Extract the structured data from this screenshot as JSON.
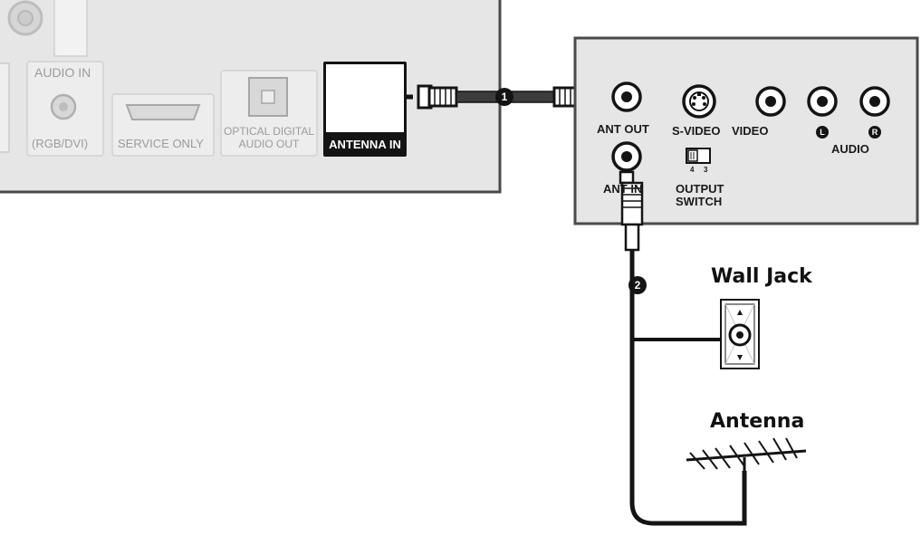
{
  "tv_panel": {
    "audio_in_label": "AUDIO IN",
    "rgb_dvi_label": "(RGB/DVI)",
    "service_only_label": "SERVICE ONLY",
    "optical_line1": "OPTICAL DIGITAL",
    "optical_line2": "AUDIO OUT",
    "antenna_in_label": "ANTENNA IN"
  },
  "vcr_panel": {
    "ant_out_label": "ANT OUT",
    "ant_in_label": "ANT IN",
    "s_video_label": "S-VIDEO",
    "video_label": "VIDEO",
    "audio_label": "AUDIO",
    "audio_left_marker": "L",
    "audio_right_marker": "R",
    "output_switch_line1": "OUTPUT",
    "output_switch_line2": "SWITCH",
    "switch_pos_left": "4",
    "switch_pos_right": "3"
  },
  "steps": {
    "step1": "1",
    "step2": "2"
  },
  "wall_jack_label": "Wall Jack",
  "antenna_label": "Antenna",
  "colors": {
    "panel_fill": "#e6e6e6",
    "panel_border": "#4a4a4a",
    "cable": "#2b2b2b",
    "highlight": "#141414"
  }
}
